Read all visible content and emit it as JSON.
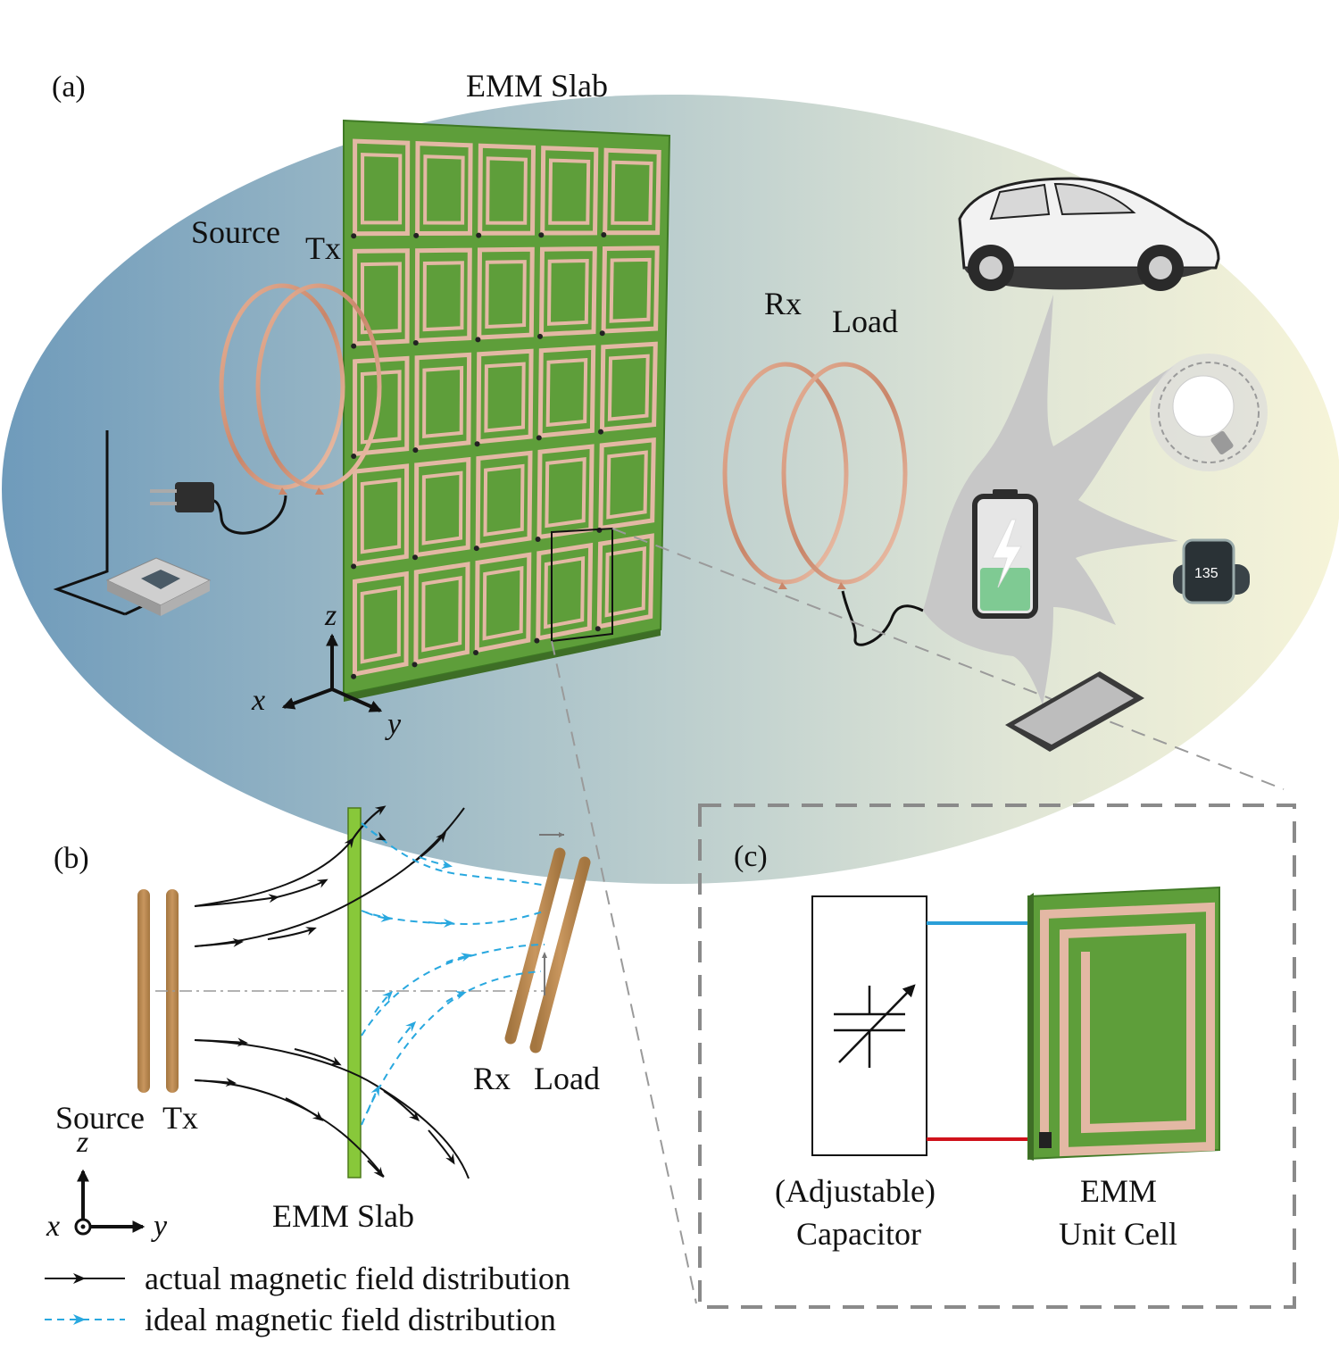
{
  "panels": {
    "a": {
      "label": "(a)",
      "slab_label": "EMM Slab",
      "source_label": "Source",
      "tx_label": "Tx",
      "rx_label": "Rx",
      "load_label": "Load",
      "axes": {
        "x": "x",
        "y": "y",
        "z": "z"
      },
      "watch_text": "135",
      "slab_grid": {
        "rows": 5,
        "cols": 5
      }
    },
    "b": {
      "label": "(b)",
      "source_label": "Source",
      "tx_label": "Tx",
      "slab_label": "EMM Slab",
      "rx_label": "Rx",
      "load_label": "Load",
      "axes": {
        "x": "x",
        "y": "y",
        "z": "z"
      },
      "legend": [
        {
          "text": "actual magnetic field distribution",
          "style": "solid"
        },
        {
          "text": "ideal magnetic field distribution",
          "style": "dashed"
        }
      ]
    },
    "c": {
      "label": "(c)",
      "capacitor_label_1": "(Adjustable)",
      "capacitor_label_2": "Capacitor",
      "cell_label_1": "EMM",
      "cell_label_2": "Unit Cell"
    }
  },
  "colors": {
    "ellipse_left": "#6f9bbb",
    "ellipse_right": "#f4f2d6",
    "board_green": "#5e9e3a",
    "copper_trace": "#e3b8a4",
    "coil_copper": "#d89a7a",
    "rod_brown": "#b8864e",
    "slab_bar_green": "#88c83a",
    "ideal_field": "#29a8df",
    "actual_field": "#111111",
    "wire_blue": "#2a9fd8",
    "wire_red": "#d0121b"
  }
}
